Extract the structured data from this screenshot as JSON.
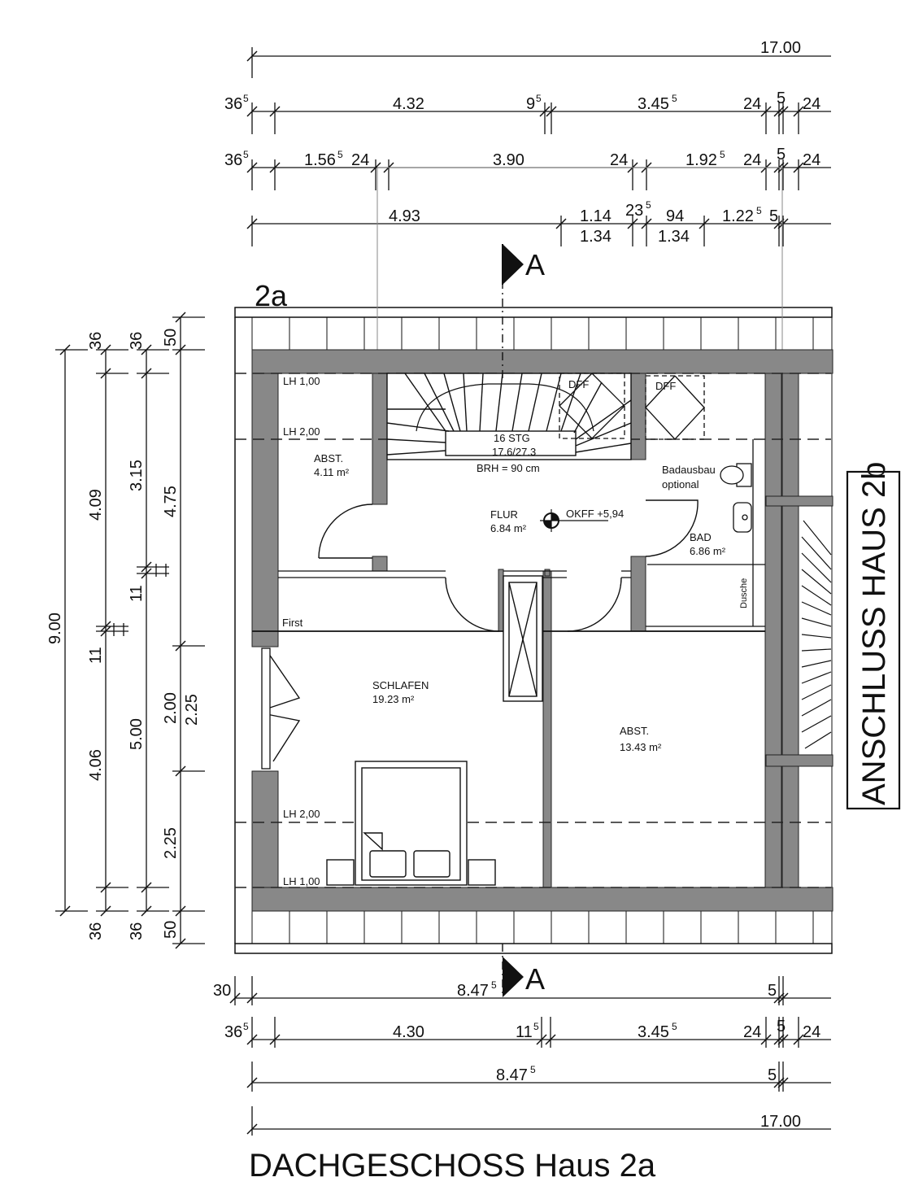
{
  "title": "DACHGESCHOSS Haus 2a",
  "house_label": "2a",
  "adjacent_label": "ANSCHLUSS HAUS 2b",
  "section_marker": "A",
  "rooms": [
    {
      "name": "ABST.",
      "area": "4.11 m²"
    },
    {
      "name": "FLUR",
      "area": "6.84 m²"
    },
    {
      "name": "BAD",
      "area": "6.86 m²"
    },
    {
      "name": "SCHLAFEN",
      "area": "19.23 m²"
    },
    {
      "name": "ABST.",
      "area": "13.43 m²"
    }
  ],
  "stair": {
    "steps": "16 STG",
    "ratio": "17.6/27.3",
    "brh": "BRH = 90 cm"
  },
  "notes": {
    "okff": "OKFF +5,94",
    "badausbau": "Badausbau",
    "optional": "optional",
    "dusche": "Dusche",
    "first": "First",
    "dff": "DFF",
    "lh_100a": "LH 1,00",
    "lh_200a": "LH 2,00",
    "lh_200b": "LH 2,00",
    "lh_100b": "LH 1,00"
  },
  "dims": {
    "top_total": "17.00",
    "bottom_total": "17.00",
    "r2_365": "36",
    "r2_432": "4.32",
    "r2_9": "9",
    "r2_3455": "3.45",
    "r2_24a": "24",
    "r2_5": "5",
    "r2_24b": "24",
    "r3_365": "36",
    "r3_1565": "1.56",
    "r3_24a": "24",
    "r3_390": "3.90",
    "r3_24b": "24",
    "r3_1925": "1.92",
    "r3_24c": "24",
    "r3_5": "5",
    "r3_24d": "24",
    "r4_493": "4.93",
    "r4_114": "1.14",
    "r4_134a": "1.34",
    "r4_235": "23",
    "r4_94": "94",
    "r4_134b": "1.34",
    "r4_1225": "1.22",
    "r4_5": "5",
    "b1_30": "30",
    "b1_8475": "8.47",
    "b1_5": "5",
    "b2_365": "36",
    "b2_430": "4.30",
    "b2_115": "11",
    "b2_3455": "3.45",
    "b2_24a": "24",
    "b2_5": "5",
    "b2_24b": "24",
    "b3_8475": "8.47",
    "b3_5": "5",
    "l_900": "9.00",
    "l_409": "4.09",
    "l_115a": "11",
    "l_4065": "4.06",
    "l_365a": "36",
    "l_365b": "36",
    "l_3155": "3.15",
    "l_115b": "11",
    "l_500": "5.00",
    "l_365c": "36",
    "l_365d": "36",
    "l_50a": "50",
    "l_475": "4.75",
    "l_200": "2.00",
    "l_225a": "2.25",
    "l_225b": "2.25",
    "l_50b": "50",
    "sup5": "5"
  }
}
